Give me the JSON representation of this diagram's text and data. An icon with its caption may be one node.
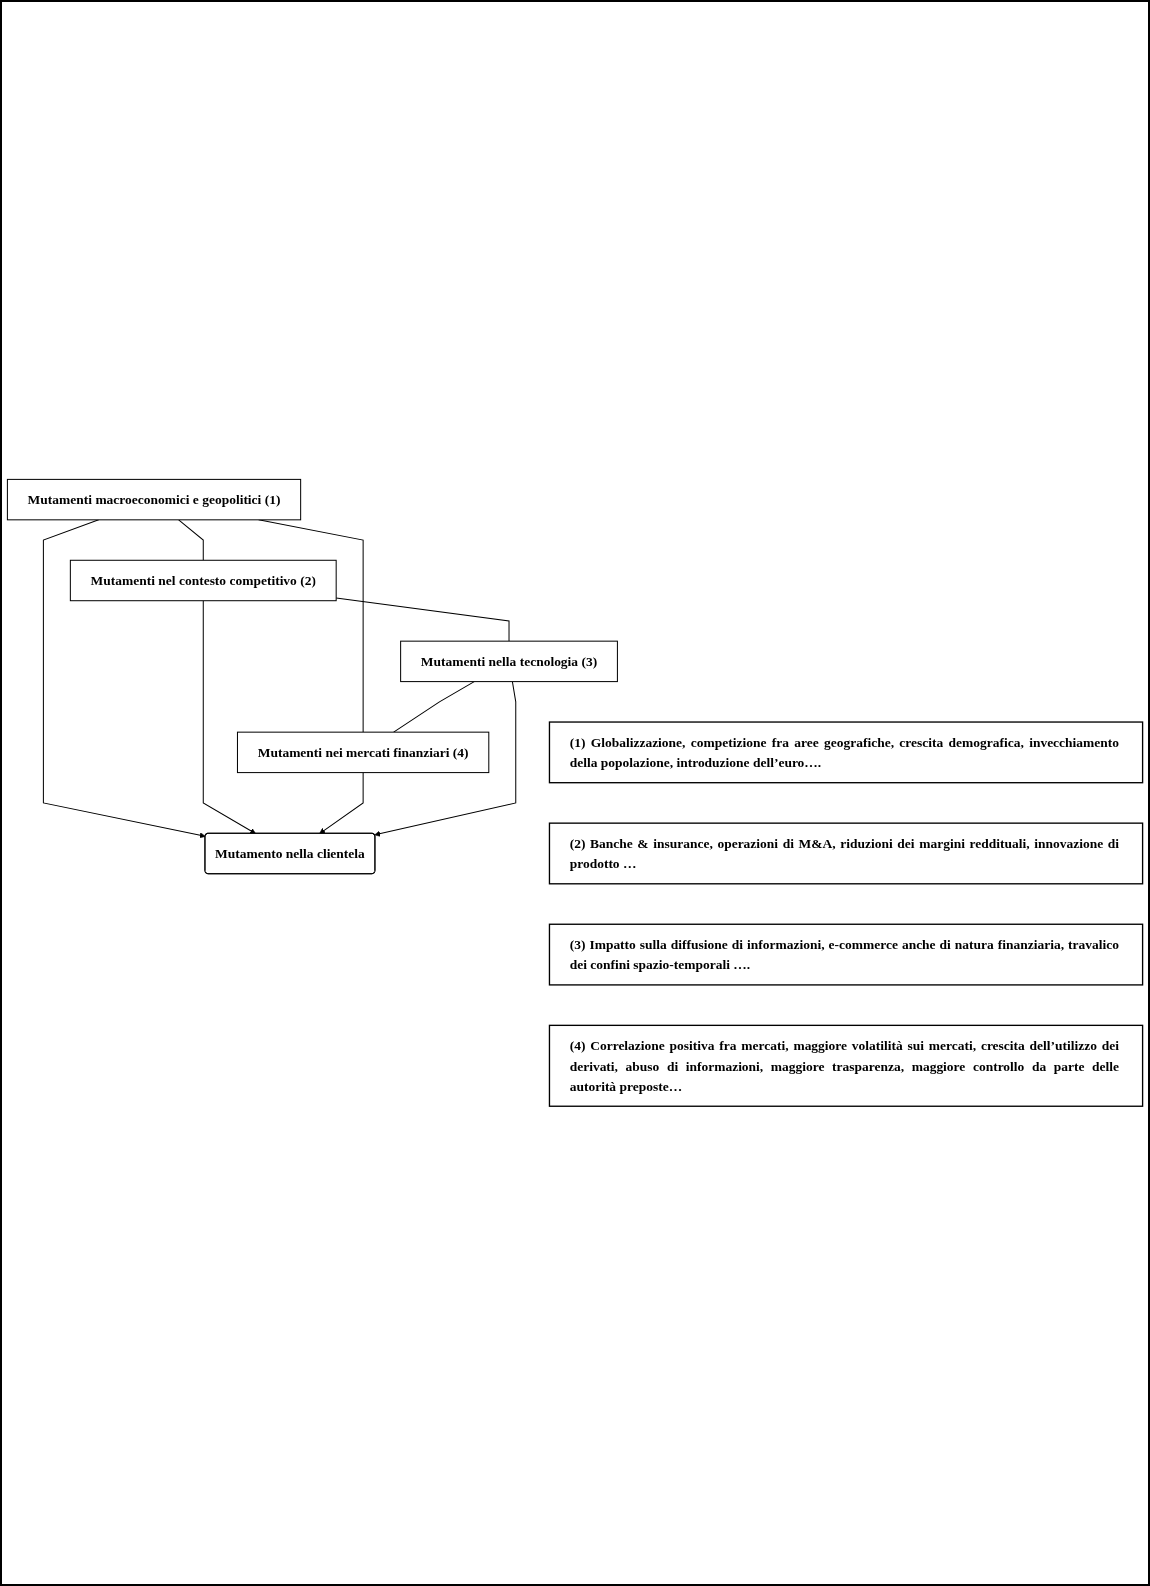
{
  "diagram": {
    "nodes": [
      {
        "text": [
          "Mutamenti macroeconomici e geopolitici (1)"
        ]
      },
      {
        "text": [
          "Mutamenti nel contesto competitivo (2)"
        ]
      },
      {
        "text": [
          "Mutamento nella clientela"
        ]
      },
      {
        "text": [
          "Mutamenti nei mercati finanziari (4)"
        ]
      },
      {
        "text": [
          "Mutamenti nella tecnologia (3)"
        ]
      },
      {
        "text": [
          "(1) Globalizzazione, competizione fra aree geografiche, crescita demografica, invecchiamento della popolazione, introduzione dell’euro…."
        ]
      },
      {
        "text": [
          "(2) Banche & insurance, operazioni di M&A, riduzioni dei margini reddituali, innovazione di prodotto …"
        ]
      },
      {
        "text": [
          "(3) Impatto sulla diffusione di informazioni, e-commerce anche di natura finanziaria, travalico dei confini spazio-temporali …."
        ]
      },
      {
        "text": [
          "(4) Correlazione positiva fra mercati, maggiore volatilità sui mercati, crescita dell’utilizzo dei derivati, abuso di informazioni, maggiore trasparenza, maggiore controllo da parte delle autorità preposte…"
        ]
      }
    ],
    "edges": [
      {
        "from": 0,
        "to": 2,
        "arrow": "to"
      },
      {
        "from": 1,
        "to": 2,
        "arrow": "to"
      },
      {
        "from": 3,
        "to": 2,
        "arrow": "to"
      },
      {
        "from": 4,
        "to": 2,
        "arrow": "to"
      },
      {
        "from": 0,
        "to": 1,
        "arrow": "none"
      },
      {
        "from": 0,
        "to": 3,
        "arrow": "none"
      },
      {
        "from": 1,
        "to": 4,
        "arrow": "none"
      },
      {
        "from": 4,
        "to": 3,
        "arrow": "none"
      }
    ]
  }
}
